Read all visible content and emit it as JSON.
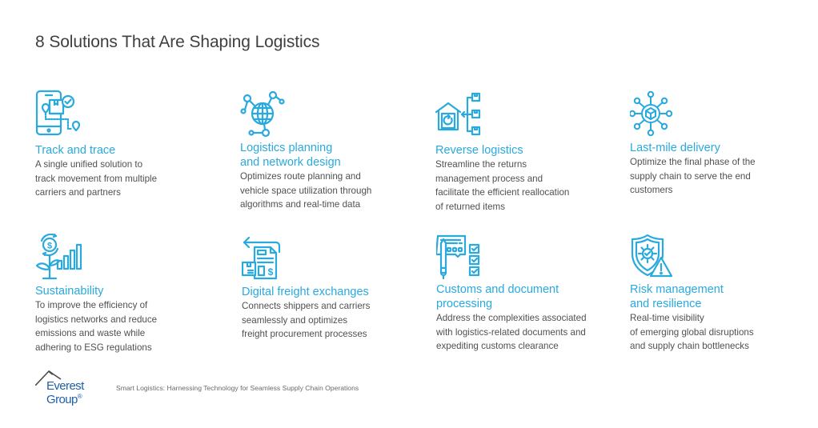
{
  "page": {
    "title": "8 Solutions That Are Shaping Logistics",
    "accent_color": "#29a9de",
    "text_color": "#505050"
  },
  "solutions": [
    {
      "icon": "smartphone-tracking-icon",
      "title": "Track and trace",
      "description": [
        "A single unified solution to",
        "track movement from multiple",
        "carriers and partners"
      ]
    },
    {
      "icon": "globe-network-icon",
      "title": [
        "Logistics planning",
        "and network design"
      ],
      "description": [
        "Optimizes route planning and",
        "vehicle space utilization through",
        "algorithms and real-time data"
      ]
    },
    {
      "icon": "warehouse-returns-icon",
      "title": "Reverse logistics",
      "description": [
        "Streamline the returns",
        "management process and",
        "facilitate the efficient reallocation",
        "of returned items"
      ]
    },
    {
      "icon": "delivery-hub-icon",
      "title": "Last-mile delivery",
      "description": [
        "Optimize the final phase of the",
        "supply chain to serve the end",
        "customers"
      ]
    },
    {
      "icon": "sustainability-growth-icon",
      "title": "Sustainability",
      "description": [
        "To improve the efficiency of",
        "logistics networks and reduce",
        "emissions and waste while",
        "adhering to ESG regulations"
      ]
    },
    {
      "icon": "freight-document-exchange-icon",
      "title": "Digital freight exchanges",
      "description": [
        "Connects shippers and carriers",
        "seamlessly and optimizes",
        "freight procurement processes"
      ]
    },
    {
      "icon": "customs-checklist-icon",
      "title": [
        "Customs and document",
        "processing"
      ],
      "description": [
        "Address the complexities associated",
        "with logistics-related documents and",
        "expediting customs clearance"
      ]
    },
    {
      "icon": "shield-warning-icon",
      "title": [
        "Risk management",
        "and resilience"
      ],
      "description": [
        "Real-time visibility",
        "of emerging global disruptions",
        "and supply chain bottlenecks"
      ]
    }
  ],
  "footer": {
    "logo_text": "Everest Group",
    "logo_registered": "®",
    "caption": "Smart Logistics: Harnessing Technology for Seamless Supply Chain Operations"
  }
}
